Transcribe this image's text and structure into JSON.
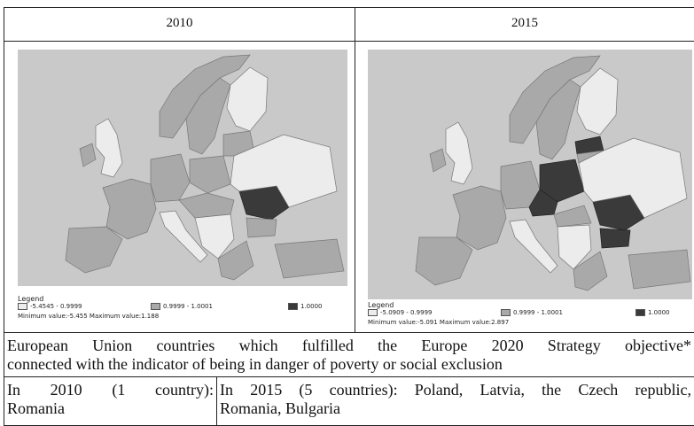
{
  "headers": {
    "left": "2010",
    "right": "2015"
  },
  "maps": {
    "left": {
      "legend_title": "Legend",
      "ranges": [
        "-5.4545 - 0.9999",
        "0.9999 - 1.0001",
        "1.0000"
      ],
      "minmax": "Minimum value:-5.455 Maximum value:1.188",
      "colors": {
        "light": "#ececec",
        "mid": "#a9a9a9",
        "dark": "#3a3a3a"
      }
    },
    "right": {
      "legend_title": "Legend",
      "ranges": [
        "-5.0909 - 0.9999",
        "0.9999 - 1.0001",
        "1.0000"
      ],
      "minmax": "Minimum value:-5.091 Maximum value:2.897",
      "colors": {
        "light": "#ececec",
        "mid": "#a9a9a9",
        "dark": "#3a3a3a"
      }
    }
  },
  "description": {
    "line1": "European Union countries which fulfilled the Europe 2020 Strategy objective*",
    "line2": "connected with the indicator of being in danger of poverty or social exclusion"
  },
  "results": {
    "y2010_line1": "In 2010 (1 country):",
    "y2010_line2": "Romania",
    "y2015_line1": "In 2015 (5 countries): Poland, Latvia, the Czech republic,",
    "y2015_line2": "Romania, Bulgaria"
  }
}
